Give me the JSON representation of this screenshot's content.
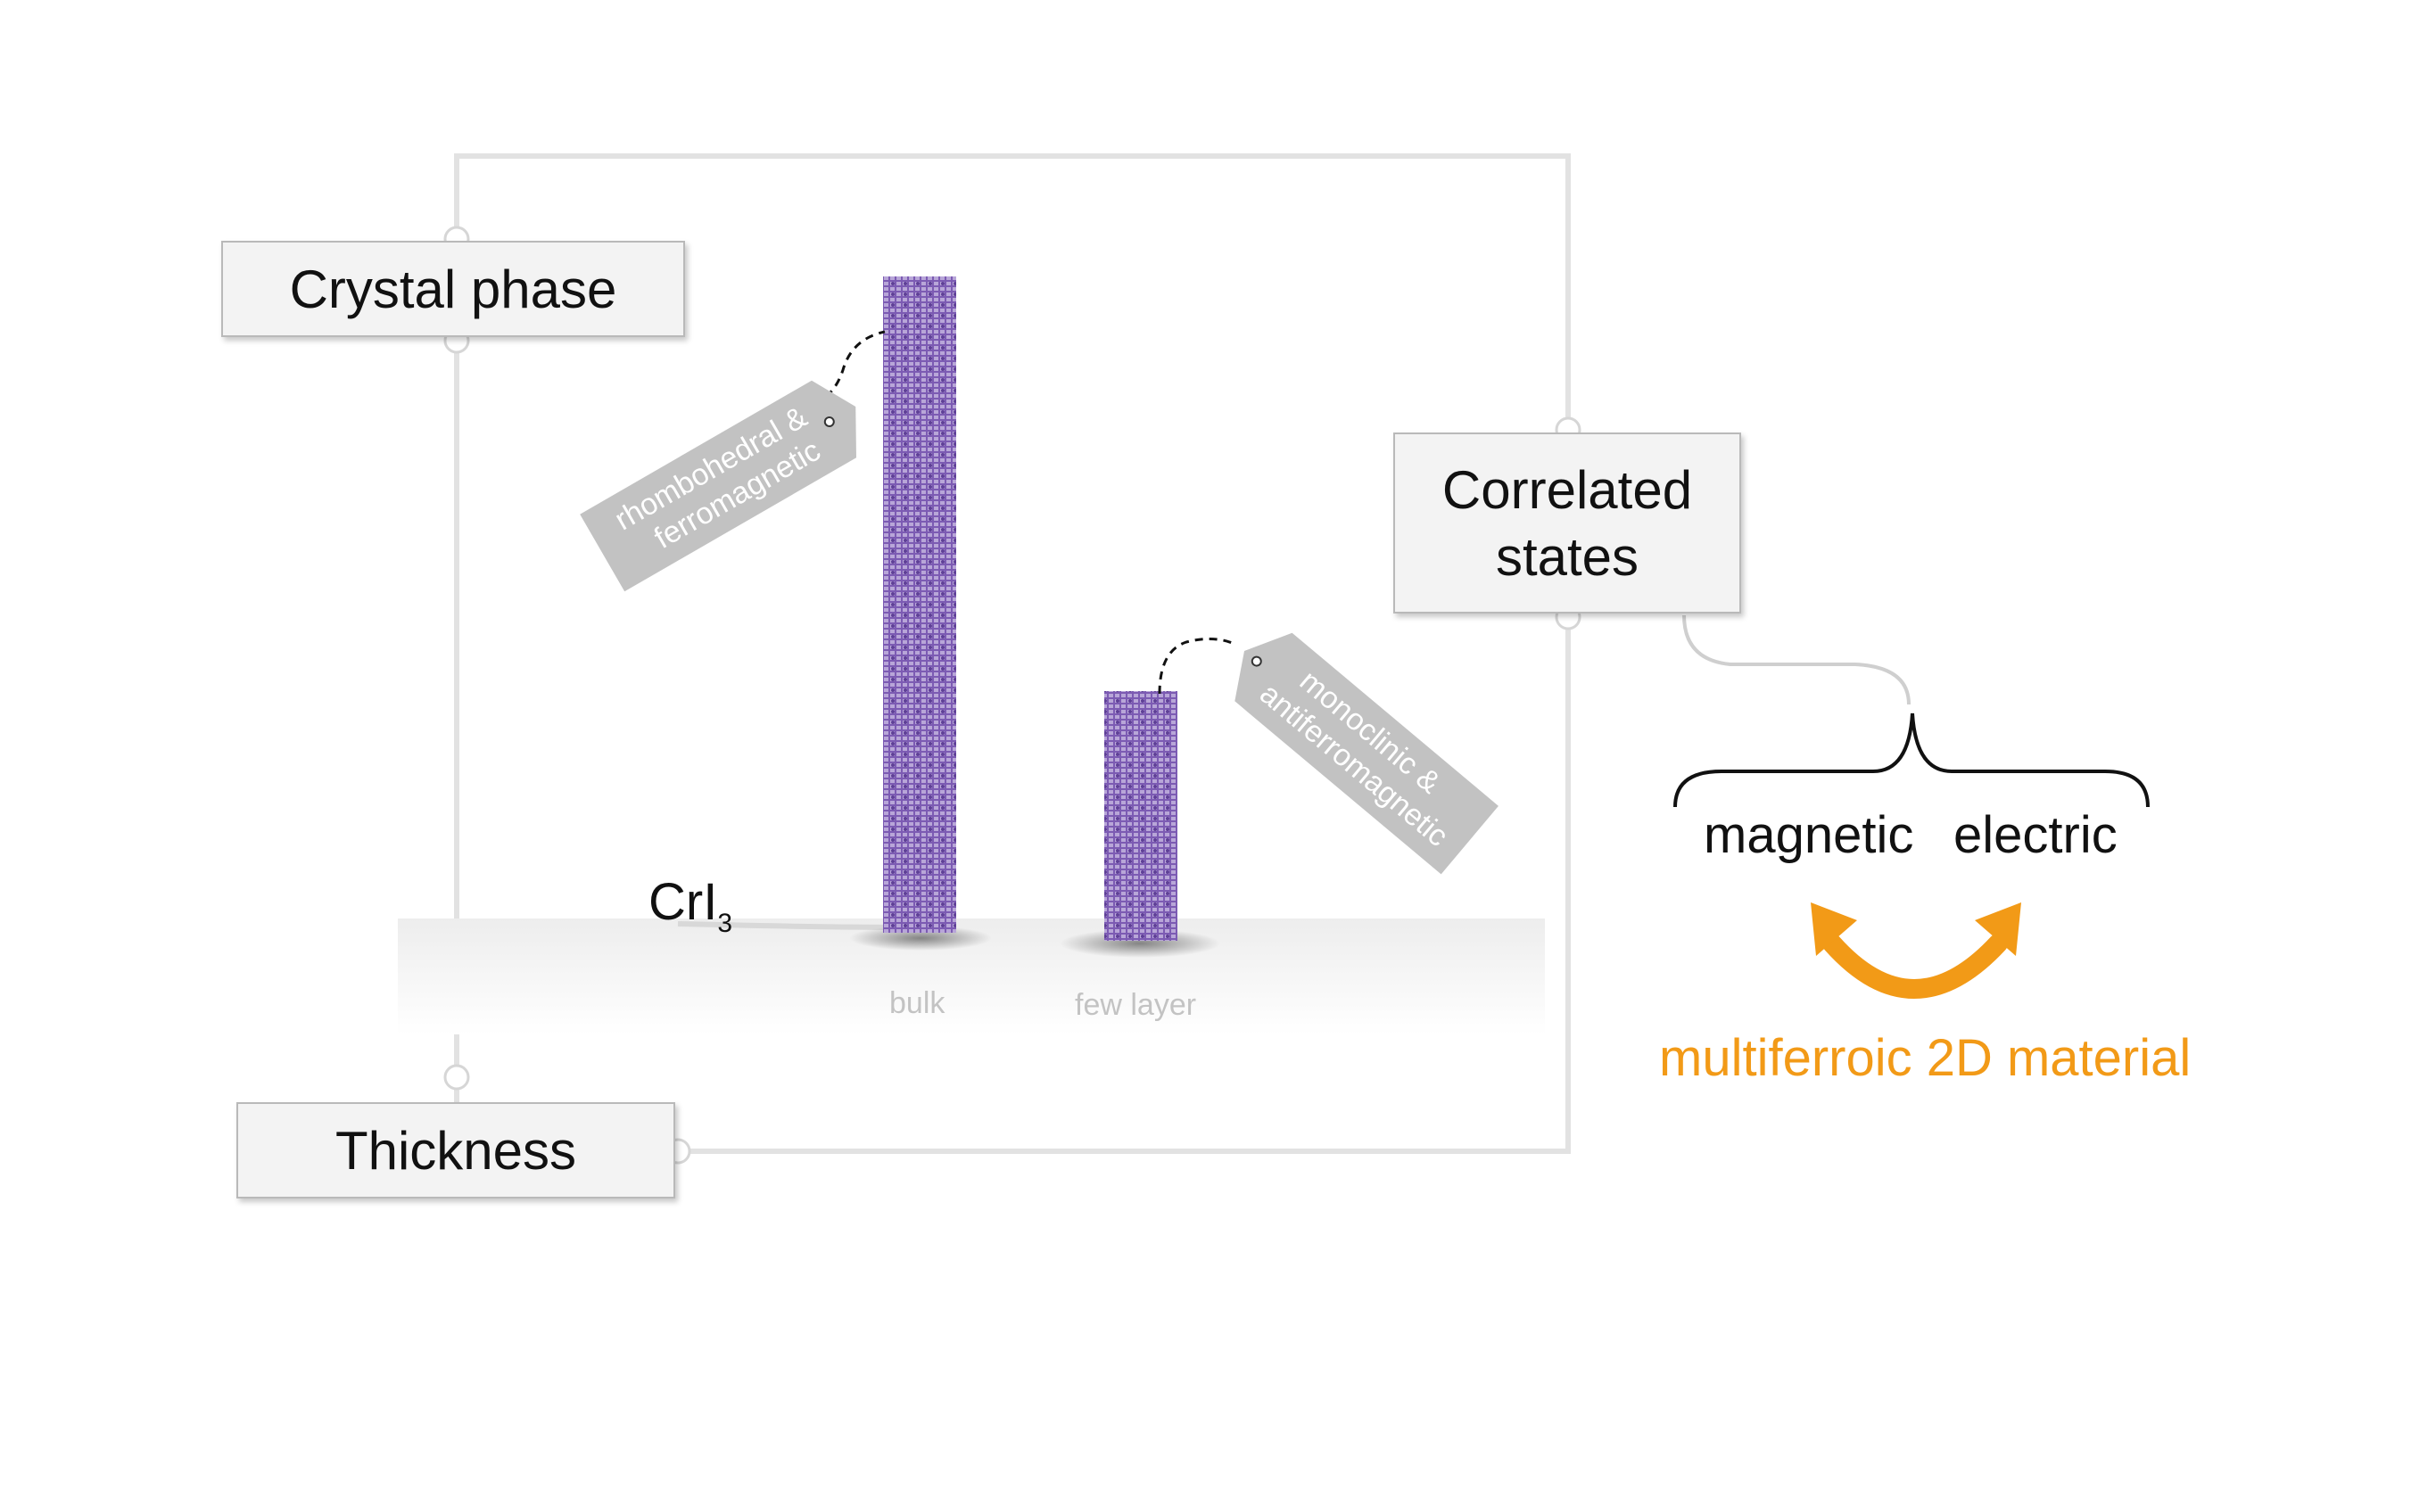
{
  "boxes": {
    "crystal_phase": "Crystal phase",
    "thickness": "Thickness",
    "correlated_line1": "Correlated",
    "correlated_line2": "states"
  },
  "material": {
    "formula": "CrI",
    "subscript": "3"
  },
  "columns": {
    "bulk_label": "bulk",
    "few_layer_label": "few layer"
  },
  "tags": {
    "bulk_line1": "rhombohedral &",
    "bulk_line2": "ferromagnetic",
    "few_line1": "monoclinic &",
    "few_line2": "antiferromagnetic"
  },
  "states": {
    "magnetic": "magnetic",
    "electric": "electric",
    "summary": "multiferroic 2D material"
  },
  "colors": {
    "frame": "#e2e2e2",
    "crystal": "#8c6dbd",
    "tag": "#c2c2c2",
    "accent": "#f29a17"
  }
}
